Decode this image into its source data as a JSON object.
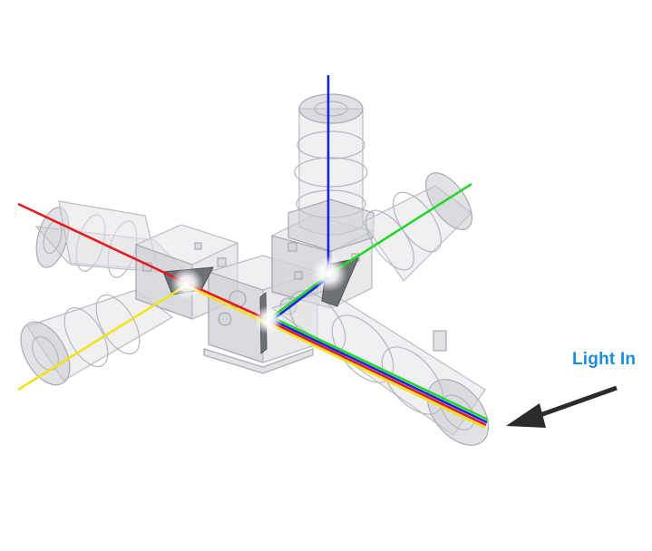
{
  "label": {
    "text": "Light In",
    "color": "#1a8fd8"
  },
  "beams": [
    {
      "name": "red",
      "color": "#e41b1b"
    },
    {
      "name": "yellow",
      "color": "#f2e21a"
    },
    {
      "name": "blue",
      "color": "#1a23e0"
    },
    {
      "name": "green",
      "color": "#22d62a"
    }
  ],
  "arrow": {
    "color": "#2b2b2b"
  }
}
